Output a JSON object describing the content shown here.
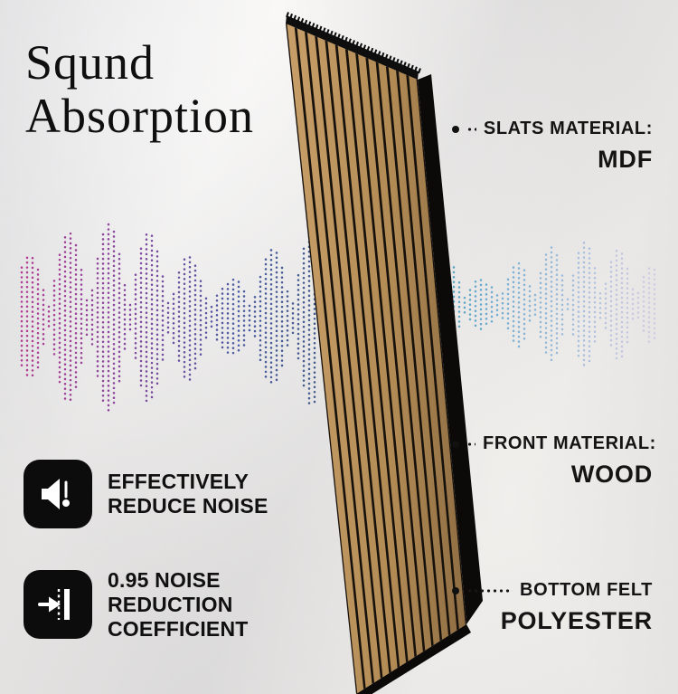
{
  "title": {
    "line1": "Sqund",
    "line2": "Absorption"
  },
  "callouts": [
    {
      "heading": "SLATS MATERIAL:",
      "value": "MDF"
    },
    {
      "heading": "FRONT MATERIAL:",
      "value": "WOOD"
    },
    {
      "heading": "BOTTOM FELT",
      "value": "POLYESTER"
    }
  ],
  "features": [
    {
      "icon": "speaker-icon",
      "line1": "EFFECTIVELY",
      "line2": "REDUCE NOISE"
    },
    {
      "icon": "door-arrow-icon",
      "line1": "0.95 NOISE",
      "line2": "REDUCTION",
      "line3": "COEFFICIENT"
    }
  ],
  "art": {
    "background": "#f1efec",
    "text": "#111111",
    "wood_light": "#c99f69",
    "wood_mid": "#b18a54",
    "wood_dark": "#876740",
    "groove": "#17110c",
    "panel_edge": "#0c0a08",
    "wave_left": [
      "#b0338f",
      "#7a3f9a",
      "#40549c",
      "#2e4a7e"
    ],
    "wave_right": [
      "#3e96a0",
      "#5aa3cc",
      "#93b4dc",
      "#c6b8e0"
    ]
  }
}
